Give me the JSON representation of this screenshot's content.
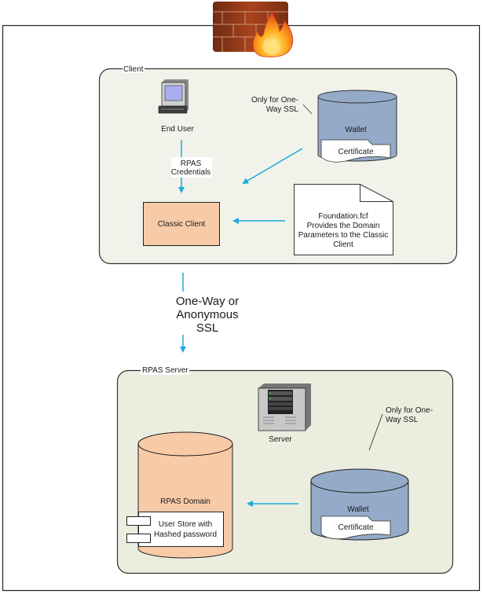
{
  "diagram": {
    "colors": {
      "arrow": "#1fa8e0",
      "zone_fill_client": "#f1f3ea",
      "zone_fill_server": "#ebeddf",
      "wallet_fill": "#94aac8",
      "domain_fill": "#f8cba8",
      "classic_client_fill": "#f8cba8",
      "outline": "#333333"
    },
    "firewall": {
      "icon": "firewall-icon"
    },
    "client_zone": {
      "label": "Client",
      "end_user": {
        "label": "End User",
        "icon": "computer-icon"
      },
      "credentials_label_line1": "RPAS",
      "credentials_label_line2": "Credentials",
      "wallet": {
        "label": "Wallet",
        "certificate": "Certificate"
      },
      "wallet_note_line1": "Only for One-",
      "wallet_note_line2": "Way SSL",
      "classic_client": "Classic Client",
      "foundation_doc": {
        "line1": "Foundation.fcf",
        "line2": "Provides the Domain",
        "line3": "Parameters to the Classic",
        "line4": "Client"
      }
    },
    "connection": {
      "line1": "One-Way or",
      "line2": "Anonymous",
      "line3": "SSL"
    },
    "server_zone": {
      "label": "RPAS Server",
      "server": {
        "label": "Server",
        "icon": "server-icon"
      },
      "wallet_note_line1": "Only for One-",
      "wallet_note_line2": "Way SSL",
      "wallet": {
        "label": "Wallet",
        "certificate": "Certificate"
      },
      "domain": {
        "label": "RPAS Domain",
        "user_store_line1": "User Store with",
        "user_store_line2": "Hashed password"
      }
    }
  }
}
